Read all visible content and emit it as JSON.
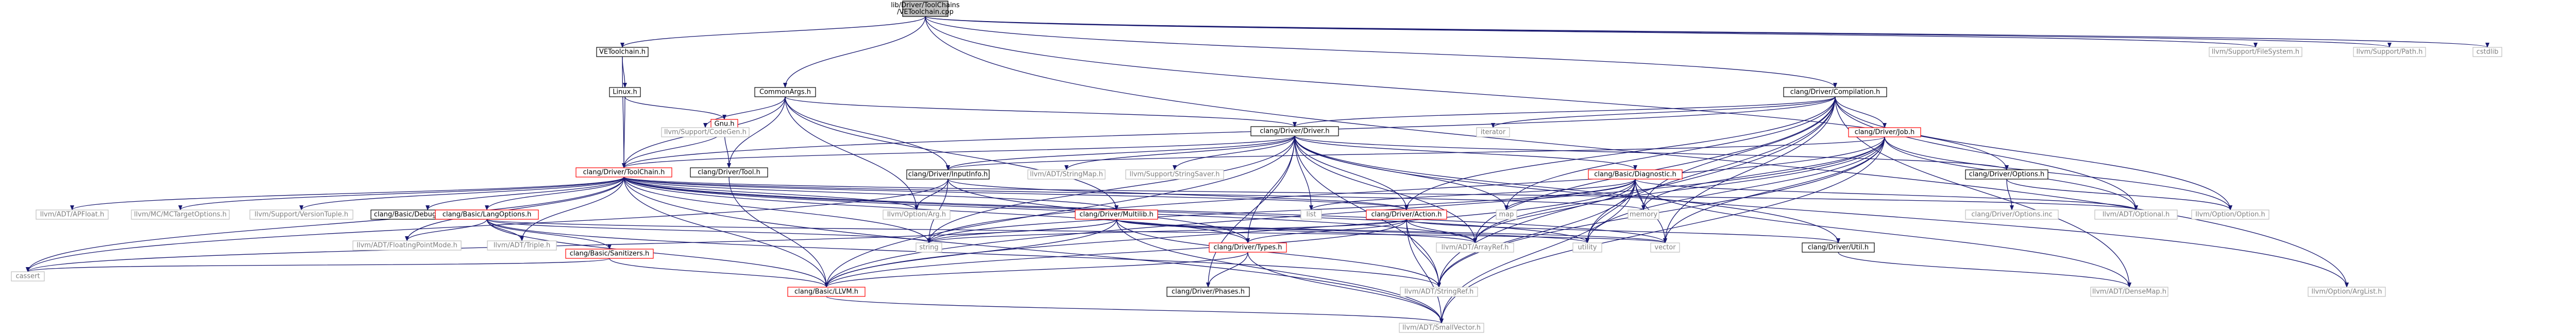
{
  "colors": {
    "background": "#ffffff",
    "root_fill": "#bfbfbf",
    "internal_border": "#000000",
    "cycle_border": "#ff0000",
    "external_border": "#bfbfbf",
    "external_text": "#7f7f7f",
    "edge_color": "#191970",
    "text_color": "#000000"
  },
  "graph": {
    "title": "include dependency graph for VEToolchain.cpp",
    "nodes": [
      {
        "id": "root",
        "label": "lib/Driver/ToolChains\n/VEToolchain.cpp",
        "kind": "root"
      },
      {
        "id": "vetoolchain_h",
        "label": "VEToolchain.h",
        "kind": "internal"
      },
      {
        "id": "linux_h",
        "label": "Linux.h",
        "kind": "internal"
      },
      {
        "id": "gnu_h",
        "label": "Gnu.h",
        "kind": "cycle"
      },
      {
        "id": "commonargs_h",
        "label": "CommonArgs.h",
        "kind": "internal"
      },
      {
        "id": "compilation_h",
        "label": "clang/Driver/Compilation.h",
        "kind": "internal"
      },
      {
        "id": "driver_h",
        "label": "clang/Driver/Driver.h",
        "kind": "internal"
      },
      {
        "id": "job_h",
        "label": "clang/Driver/Job.h",
        "kind": "cycle"
      },
      {
        "id": "toolchain_h",
        "label": "clang/Driver/ToolChain.h",
        "kind": "cycle"
      },
      {
        "id": "codegen_h",
        "label": "llvm/Support/CodeGen.h",
        "kind": "external"
      },
      {
        "id": "tool_h",
        "label": "clang/Driver/Tool.h",
        "kind": "internal"
      },
      {
        "id": "iterator",
        "label": "iterator",
        "kind": "external"
      },
      {
        "id": "filesystem_h",
        "label": "llvm/Support/FileSystem.h",
        "kind": "external"
      },
      {
        "id": "path_h",
        "label": "llvm/Support/Path.h",
        "kind": "external"
      },
      {
        "id": "cstdlib",
        "label": "cstdlib",
        "kind": "external"
      },
      {
        "id": "inputinfo_h",
        "label": "clang/Driver/InputInfo.h",
        "kind": "internal"
      },
      {
        "id": "stringmap_h",
        "label": "llvm/ADT/StringMap.h",
        "kind": "external"
      },
      {
        "id": "stringsaver_h",
        "label": "llvm/Support/StringSaver.h",
        "kind": "external"
      },
      {
        "id": "diagnostic_h",
        "label": "clang/Basic/Diagnostic.h",
        "kind": "cycle"
      },
      {
        "id": "options_h",
        "label": "clang/Driver/Options.h",
        "kind": "internal"
      },
      {
        "id": "apfloat_h",
        "label": "llvm/ADT/APFloat.h",
        "kind": "external"
      },
      {
        "id": "mctargetoptions_h",
        "label": "llvm/MC/MCTargetOptions.h",
        "kind": "external"
      },
      {
        "id": "versiontuple_h",
        "label": "llvm/Support/VersionTuple.h",
        "kind": "external"
      },
      {
        "id": "debuginfooptions_h",
        "label": "clang/Basic/DebugInfoOptions.h",
        "kind": "internal"
      },
      {
        "id": "langoptions_h",
        "label": "clang/Basic/LangOptions.h",
        "kind": "cycle"
      },
      {
        "id": "option_arg_h",
        "label": "llvm/Option/Arg.h",
        "kind": "external"
      },
      {
        "id": "multilib_h",
        "label": "clang/Driver/Multilib.h",
        "kind": "cycle"
      },
      {
        "id": "action_h",
        "label": "clang/Driver/Action.h",
        "kind": "cycle"
      },
      {
        "id": "list",
        "label": "list",
        "kind": "external"
      },
      {
        "id": "map",
        "label": "map",
        "kind": "external"
      },
      {
        "id": "memory",
        "label": "memory",
        "kind": "external"
      },
      {
        "id": "optional_h",
        "label": "llvm/ADT/Optional.h",
        "kind": "external"
      },
      {
        "id": "option_option_h",
        "label": "llvm/Option/Option.h",
        "kind": "external"
      },
      {
        "id": "options_inc",
        "label": "clang/Driver/Options.inc",
        "kind": "external"
      },
      {
        "id": "floatingpointmode_h",
        "label": "llvm/ADT/FloatingPointMode.h",
        "kind": "external"
      },
      {
        "id": "triple_h",
        "label": "llvm/ADT/Triple.h",
        "kind": "external"
      },
      {
        "id": "sanitizers_h",
        "label": "clang/Basic/Sanitizers.h",
        "kind": "cycle"
      },
      {
        "id": "string",
        "label": "string",
        "kind": "external"
      },
      {
        "id": "types_h",
        "label": "clang/Driver/Types.h",
        "kind": "cycle"
      },
      {
        "id": "arrayref_h",
        "label": "llvm/ADT/ArrayRef.h",
        "kind": "external"
      },
      {
        "id": "utility",
        "label": "utility",
        "kind": "external"
      },
      {
        "id": "vector",
        "label": "vector",
        "kind": "external"
      },
      {
        "id": "util_h",
        "label": "clang/Driver/Util.h",
        "kind": "internal"
      },
      {
        "id": "cassert",
        "label": "cassert",
        "kind": "external"
      },
      {
        "id": "llvm_h",
        "label": "clang/Basic/LLVM.h",
        "kind": "cycle"
      },
      {
        "id": "phases_h",
        "label": "clang/Driver/Phases.h",
        "kind": "internal"
      },
      {
        "id": "stringref_h",
        "label": "llvm/ADT/StringRef.h",
        "kind": "external"
      },
      {
        "id": "densemap_h",
        "label": "llvm/ADT/DenseMap.h",
        "kind": "external"
      },
      {
        "id": "optarglist_h",
        "label": "llvm/Option/ArgList.h",
        "kind": "external"
      },
      {
        "id": "smallvector_h",
        "label": "llvm/ADT/SmallVector.h",
        "kind": "external"
      }
    ],
    "edges": [
      [
        "root",
        "vetoolchain_h"
      ],
      [
        "root",
        "commonargs_h"
      ],
      [
        "root",
        "compilation_h"
      ],
      [
        "root",
        "filesystem_h"
      ],
      [
        "root",
        "path_h"
      ],
      [
        "root",
        "cstdlib"
      ],
      [
        "root",
        "options_h"
      ],
      [
        "root",
        "optarglist_h"
      ],
      [
        "vetoolchain_h",
        "linux_h"
      ],
      [
        "vetoolchain_h",
        "toolchain_h"
      ],
      [
        "linux_h",
        "gnu_h"
      ],
      [
        "linux_h",
        "toolchain_h"
      ],
      [
        "gnu_h",
        "tool_h"
      ],
      [
        "gnu_h",
        "toolchain_h"
      ],
      [
        "commonargs_h",
        "codegen_h"
      ],
      [
        "commonargs_h",
        "tool_h"
      ],
      [
        "commonargs_h",
        "toolchain_h"
      ],
      [
        "commonargs_h",
        "driver_h"
      ],
      [
        "commonargs_h",
        "inputinfo_h"
      ],
      [
        "commonargs_h",
        "multilib_h"
      ],
      [
        "commonargs_h",
        "option_arg_h"
      ],
      [
        "compilation_h",
        "iterator"
      ],
      [
        "compilation_h",
        "driver_h"
      ],
      [
        "compilation_h",
        "job_h"
      ],
      [
        "compilation_h",
        "toolchain_h"
      ],
      [
        "compilation_h",
        "action_h"
      ],
      [
        "compilation_h",
        "map"
      ],
      [
        "compilation_h",
        "memory"
      ],
      [
        "compilation_h",
        "optional_h"
      ],
      [
        "compilation_h",
        "option_option_h"
      ],
      [
        "compilation_h",
        "arrayref_h"
      ],
      [
        "compilation_h",
        "utility"
      ],
      [
        "compilation_h",
        "vector"
      ],
      [
        "compilation_h",
        "stringref_h"
      ],
      [
        "compilation_h",
        "densemap_h"
      ],
      [
        "driver_h",
        "toolchain_h"
      ],
      [
        "driver_h",
        "inputinfo_h"
      ],
      [
        "driver_h",
        "stringmap_h"
      ],
      [
        "driver_h",
        "stringsaver_h"
      ],
      [
        "driver_h",
        "diagnostic_h"
      ],
      [
        "driver_h",
        "options_h"
      ],
      [
        "driver_h",
        "action_h"
      ],
      [
        "driver_h",
        "phases_h"
      ],
      [
        "driver_h",
        "types_h"
      ],
      [
        "driver_h",
        "util_h"
      ],
      [
        "driver_h",
        "list"
      ],
      [
        "driver_h",
        "map"
      ],
      [
        "driver_h",
        "string"
      ],
      [
        "driver_h",
        "llvm_h"
      ],
      [
        "driver_h",
        "arrayref_h"
      ],
      [
        "driver_h",
        "stringref_h"
      ],
      [
        "driver_h",
        "optarglist_h"
      ],
      [
        "job_h",
        "inputinfo_h"
      ],
      [
        "job_h",
        "optional_h"
      ],
      [
        "job_h",
        "arrayref_h"
      ],
      [
        "job_h",
        "smallvector_h"
      ],
      [
        "job_h",
        "stringref_h"
      ],
      [
        "job_h",
        "memory"
      ],
      [
        "job_h",
        "string"
      ],
      [
        "job_h",
        "utility"
      ],
      [
        "job_h",
        "vector"
      ],
      [
        "job_h",
        "option_option_h"
      ],
      [
        "job_h",
        "llvm_h"
      ],
      [
        "toolchain_h",
        "apfloat_h"
      ],
      [
        "toolchain_h",
        "mctargetoptions_h"
      ],
      [
        "toolchain_h",
        "versiontuple_h"
      ],
      [
        "toolchain_h",
        "debuginfooptions_h"
      ],
      [
        "toolchain_h",
        "langoptions_h"
      ],
      [
        "toolchain_h",
        "option_arg_h"
      ],
      [
        "toolchain_h",
        "multilib_h"
      ],
      [
        "toolchain_h",
        "action_h"
      ],
      [
        "toolchain_h",
        "types_h"
      ],
      [
        "toolchain_h",
        "llvm_h"
      ],
      [
        "toolchain_h",
        "cassert"
      ],
      [
        "toolchain_h",
        "string"
      ],
      [
        "toolchain_h",
        "triple_h"
      ],
      [
        "toolchain_h",
        "floatingpointmode_h"
      ],
      [
        "toolchain_h",
        "arrayref_h"
      ],
      [
        "toolchain_h",
        "smallvector_h"
      ],
      [
        "toolchain_h",
        "optional_h"
      ],
      [
        "toolchain_h",
        "memory"
      ],
      [
        "toolchain_h",
        "utility"
      ],
      [
        "toolchain_h",
        "vector"
      ],
      [
        "tool_h",
        "llvm_h"
      ],
      [
        "inputinfo_h",
        "action_h"
      ],
      [
        "inputinfo_h",
        "types_h"
      ],
      [
        "inputinfo_h",
        "option_arg_h"
      ],
      [
        "inputinfo_h",
        "cassert"
      ],
      [
        "inputinfo_h",
        "string"
      ],
      [
        "diagnostic_h",
        "list"
      ],
      [
        "diagnostic_h",
        "map"
      ],
      [
        "diagnostic_h",
        "memory"
      ],
      [
        "diagnostic_h",
        "string"
      ],
      [
        "diagnostic_h",
        "utility"
      ],
      [
        "diagnostic_h",
        "vector"
      ],
      [
        "diagnostic_h",
        "llvm_h"
      ],
      [
        "diagnostic_h",
        "arrayref_h"
      ],
      [
        "diagnostic_h",
        "densemap_h"
      ],
      [
        "diagnostic_h",
        "optional_h"
      ],
      [
        "diagnostic_h",
        "smallvector_h"
      ],
      [
        "diagnostic_h",
        "stringref_h"
      ],
      [
        "options_h",
        "options_inc"
      ],
      [
        "options_h",
        "option_option_h"
      ],
      [
        "langoptions_h",
        "floatingpointmode_h"
      ],
      [
        "langoptions_h",
        "triple_h"
      ],
      [
        "langoptions_h",
        "sanitizers_h"
      ],
      [
        "langoptions_h",
        "llvm_h"
      ],
      [
        "langoptions_h",
        "string"
      ],
      [
        "langoptions_h",
        "vector"
      ],
      [
        "langoptions_h",
        "stringref_h"
      ],
      [
        "sanitizers_h",
        "llvm_h"
      ],
      [
        "sanitizers_h",
        "cassert"
      ],
      [
        "multilib_h",
        "llvm_h"
      ],
      [
        "multilib_h",
        "arrayref_h"
      ],
      [
        "multilib_h",
        "string"
      ],
      [
        "multilib_h",
        "utility"
      ],
      [
        "multilib_h",
        "vector"
      ],
      [
        "multilib_h",
        "stringref_h"
      ],
      [
        "multilib_h",
        "smallvector_h"
      ],
      [
        "multilib_h",
        "cassert"
      ],
      [
        "action_h",
        "types_h"
      ],
      [
        "action_h",
        "util_h"
      ],
      [
        "action_h",
        "llvm_h"
      ],
      [
        "action_h",
        "arrayref_h"
      ],
      [
        "action_h",
        "smallvector_h"
      ],
      [
        "action_h",
        "stringref_h"
      ],
      [
        "action_h",
        "string"
      ],
      [
        "types_h",
        "phases_h"
      ],
      [
        "types_h",
        "llvm_h"
      ],
      [
        "types_h",
        "smallvector_h"
      ],
      [
        "util_h",
        "densemap_h"
      ],
      [
        "llvm_h",
        "smallvector_h"
      ]
    ]
  }
}
